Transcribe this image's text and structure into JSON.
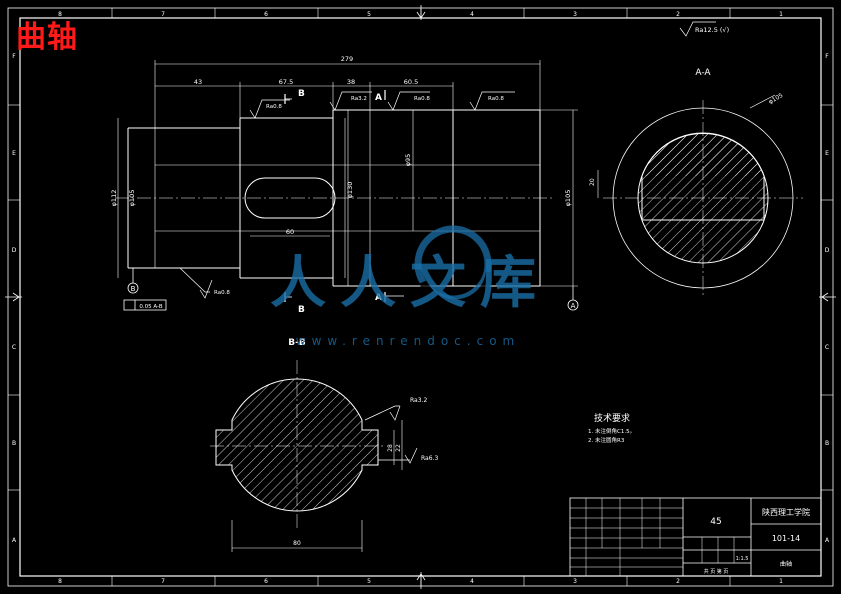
{
  "title_overlay": "曲轴",
  "overall_roughness": "Ra12.5 (√)",
  "dims": {
    "total_length": "279",
    "d1": "43",
    "d2": "67.5",
    "d3": "38",
    "d4": "60.5",
    "keyway_len": "60",
    "dia_left_outer": "φ112",
    "dia_left_inner": "φ105",
    "dia_center": "φ130",
    "dia_right": "φ105",
    "dia_right_inner": "φ95",
    "aa_dia": "φ105",
    "aa_key": "20",
    "bb_width": "80",
    "bb_key": "28",
    "bb_key2": "22"
  },
  "roughness": {
    "r1": "Ra0.8",
    "r2": "Ra3.2",
    "r3": "Ra0.8",
    "r4": "Ra0.8",
    "r5": "Ra0.8",
    "bb1": "Ra3.2",
    "bb2": "Ra6.3"
  },
  "tolerance_frame": "0.05 A-B",
  "datum_left": "B",
  "datum_right": "A",
  "section_marks": {
    "b_top": "B",
    "b_bot": "B",
    "a_top": "A",
    "a_bot": "A"
  },
  "section_titles": {
    "aa": "A-A",
    "bb": "B-B"
  },
  "watermark": {
    "text": "人人文库",
    "url": "www.renrendoc.com"
  },
  "tech_req": {
    "title": "技术要求",
    "items": [
      "1. 未注倒角C1.5。",
      "2. 未注圆角R3"
    ]
  },
  "title_block": {
    "material": "45",
    "school": "陕西理工学院",
    "drawing_no": "101-14",
    "part_name": "曲轴",
    "scale": "1:1.5",
    "sheet": "共 页 第 页"
  },
  "border_letters": [
    "A",
    "B",
    "C",
    "D",
    "E",
    "F"
  ],
  "border_numbers": [
    "8",
    "7",
    "6",
    "5",
    "4",
    "3",
    "2",
    "1"
  ]
}
